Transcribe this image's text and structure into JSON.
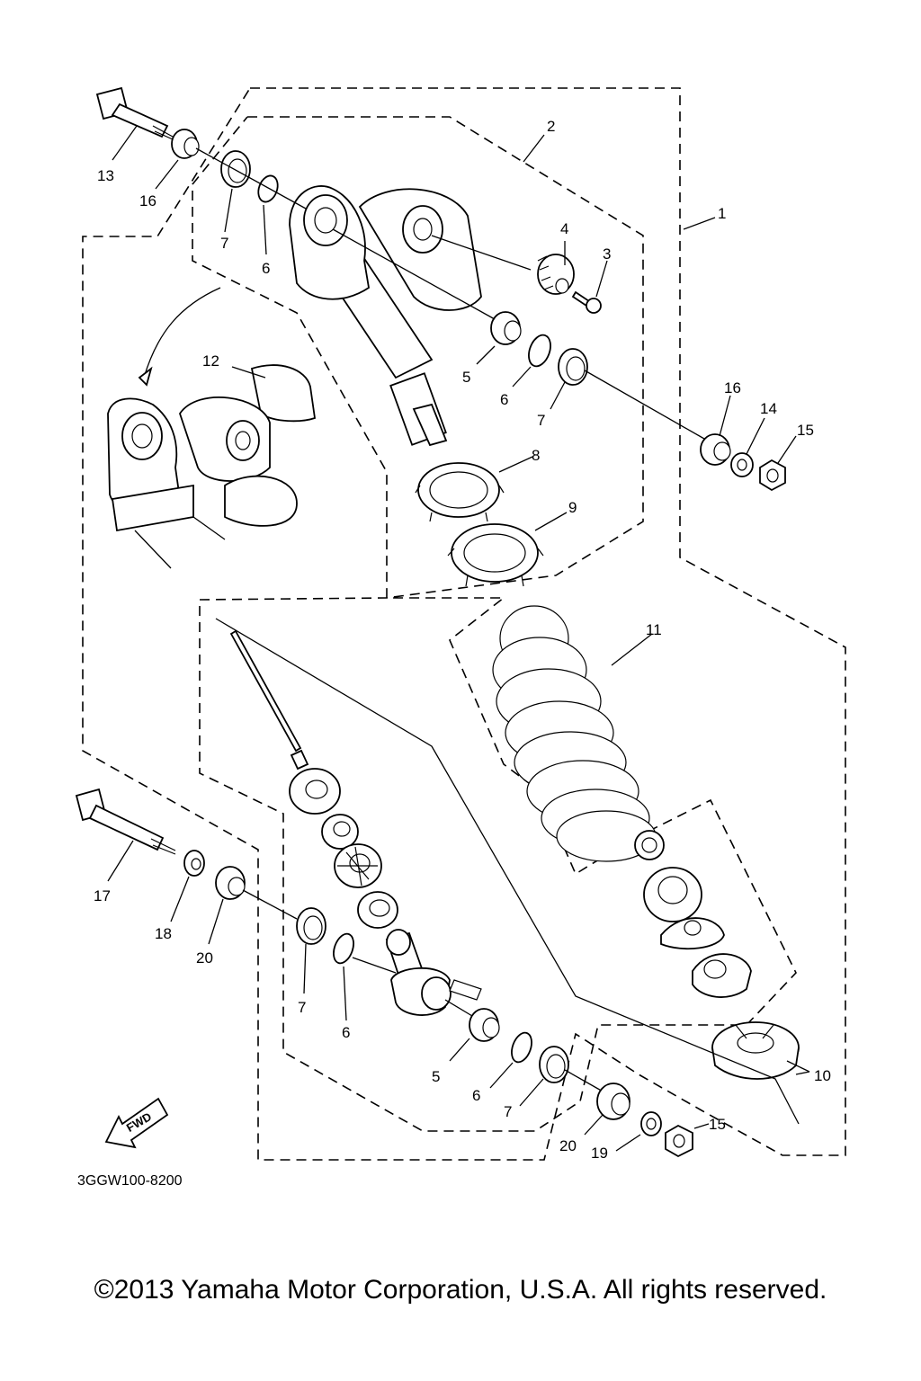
{
  "diagram": {
    "part_labels": {
      "p1": "1",
      "p2": "2",
      "p3": "3",
      "p4": "4",
      "p5a": "5",
      "p5b": "5",
      "p6a": "6",
      "p6b": "6",
      "p6c": "6",
      "p6d": "6",
      "p7a": "7",
      "p7b": "7",
      "p7c": "7",
      "p7d": "7",
      "p8": "8",
      "p9": "9",
      "p10": "10",
      "p11": "11",
      "p12": "12",
      "p13": "13",
      "p14": "14",
      "p15a": "15",
      "p15b": "15",
      "p16a": "16",
      "p16b": "16",
      "p17": "17",
      "p18": "18",
      "p19": "19",
      "p20a": "20",
      "p20b": "20"
    },
    "fwd_label": "FWD",
    "drawing_code": "3GGW100-8200"
  },
  "footer": {
    "copyright": "©2013 Yamaha Motor Corporation, U.S.A. All rights reserved."
  }
}
